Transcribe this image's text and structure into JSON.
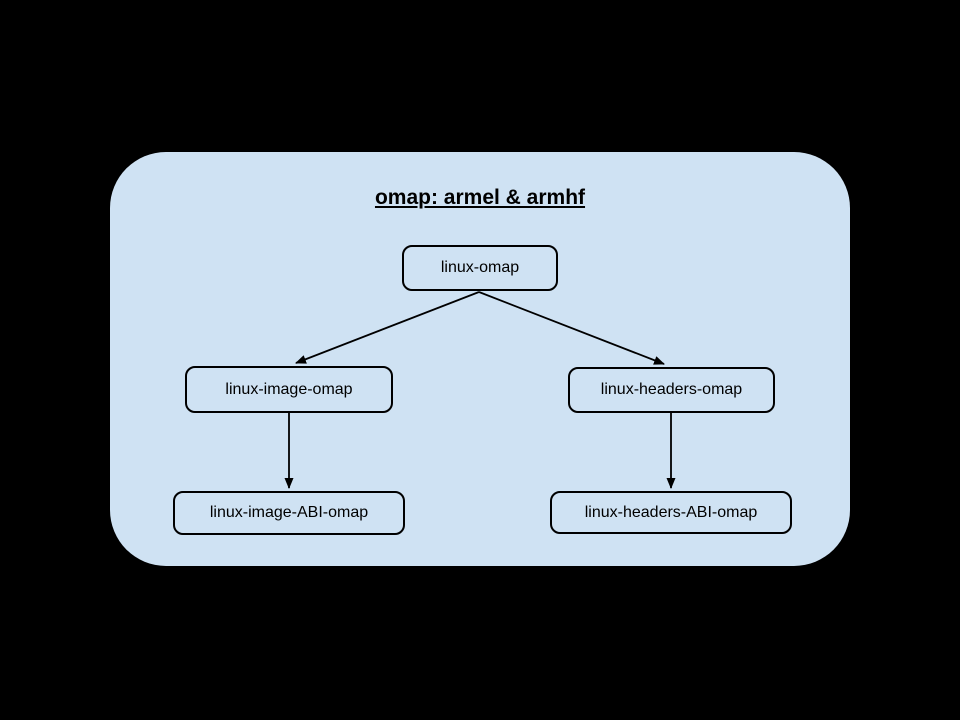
{
  "diagram": {
    "title": "omap: armel & armhf",
    "nodes": [
      {
        "id": "linux-omap",
        "label": "linux-omap"
      },
      {
        "id": "linux-image-omap",
        "label": "linux-image-omap"
      },
      {
        "id": "linux-headers-omap",
        "label": "linux-headers-omap"
      },
      {
        "id": "linux-image-ABI-omap",
        "label": "linux-image-ABI-omap"
      },
      {
        "id": "linux-headers-ABI-omap",
        "label": "linux-headers-ABI-omap"
      }
    ],
    "edges": [
      {
        "from": "linux-omap",
        "to": "linux-image-omap"
      },
      {
        "from": "linux-omap",
        "to": "linux-headers-omap"
      },
      {
        "from": "linux-image-omap",
        "to": "linux-image-ABI-omap"
      },
      {
        "from": "linux-headers-omap",
        "to": "linux-headers-ABI-omap"
      }
    ],
    "colors": {
      "canvas_background": "#000000",
      "container_fill": "#cfe2f3",
      "node_fill": "#cfe2f3",
      "node_border": "#000000",
      "edge_stroke": "#000000",
      "text": "#000000"
    }
  }
}
